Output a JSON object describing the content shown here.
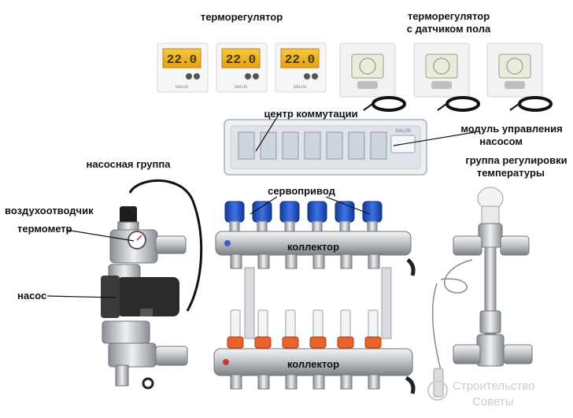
{
  "labels": {
    "thermostat": "терморегулятор",
    "thermostat_floor_line1": "терморегулятор",
    "thermostat_floor_line2": "с датчиком пола",
    "switch_center": "центр коммутации",
    "pump_module_line1": "модуль управления",
    "pump_module_line2": "насосом",
    "pump_group": "насосная группа",
    "temp_group_line1": "группа регулировки",
    "temp_group_line2": "температуры",
    "servo": "сервопривод",
    "air_vent": "воздухоотводчик",
    "thermometer": "термометр",
    "pump": "насос",
    "collector_top": "коллектор",
    "collector_bottom": "коллектор"
  },
  "devices": {
    "display_reading": "22.0",
    "brand": "SALUS"
  },
  "watermark": {
    "line1": "Строительство",
    "line2": "Советы"
  },
  "colors": {
    "servo_blue": "#1f4fc4",
    "flowmeter_orange": "#e8622a",
    "lcd_yellow": "#f2b51e",
    "pump_black": "#2b2b2b",
    "metal": "#b9bcc0"
  }
}
